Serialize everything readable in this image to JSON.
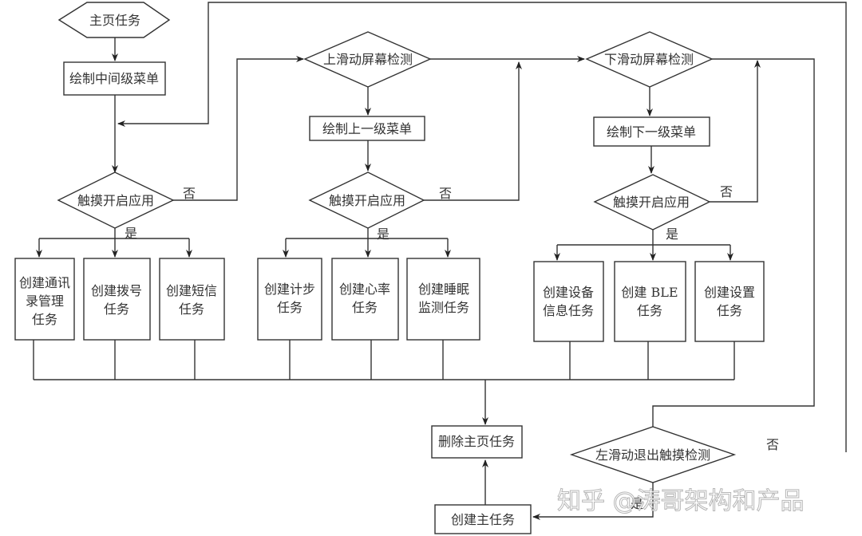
{
  "nodes": {
    "home_task": "主页任务",
    "draw_mid_menu": "绘制中间级菜单",
    "touch_open_1": "触摸开启应用",
    "slide_up": "上滑动屏幕检测",
    "draw_up_menu": "绘制上一级菜单",
    "touch_open_2": "触摸开启应用",
    "slide_down": "下滑动屏幕检测",
    "draw_down_menu": "绘制下一级菜单",
    "touch_open_3": "触摸开启应用",
    "contacts_task": [
      "创建通讯",
      "录管理",
      "任务"
    ],
    "dial_task": [
      "创建拨号",
      "任务"
    ],
    "sms_task": [
      "创建短信",
      "任务"
    ],
    "step_task": [
      "创建计步",
      "任务"
    ],
    "heart_task": [
      "创建心率",
      "任务"
    ],
    "sleep_task": [
      "创建睡眠",
      "监测任务"
    ],
    "device_info_task": [
      "创建设备",
      "信息任务"
    ],
    "ble_task": [
      "创建 BLE",
      "任务"
    ],
    "settings_task": [
      "创建设置",
      "任务"
    ],
    "delete_home_task": "删除主页任务",
    "swipe_left_exit": "左滑动退出触摸检测",
    "create_main_task": "创建主任务"
  },
  "edge_labels": {
    "no": "否",
    "yes": "是"
  },
  "watermark": "知乎 @涛哥架构和产品"
}
